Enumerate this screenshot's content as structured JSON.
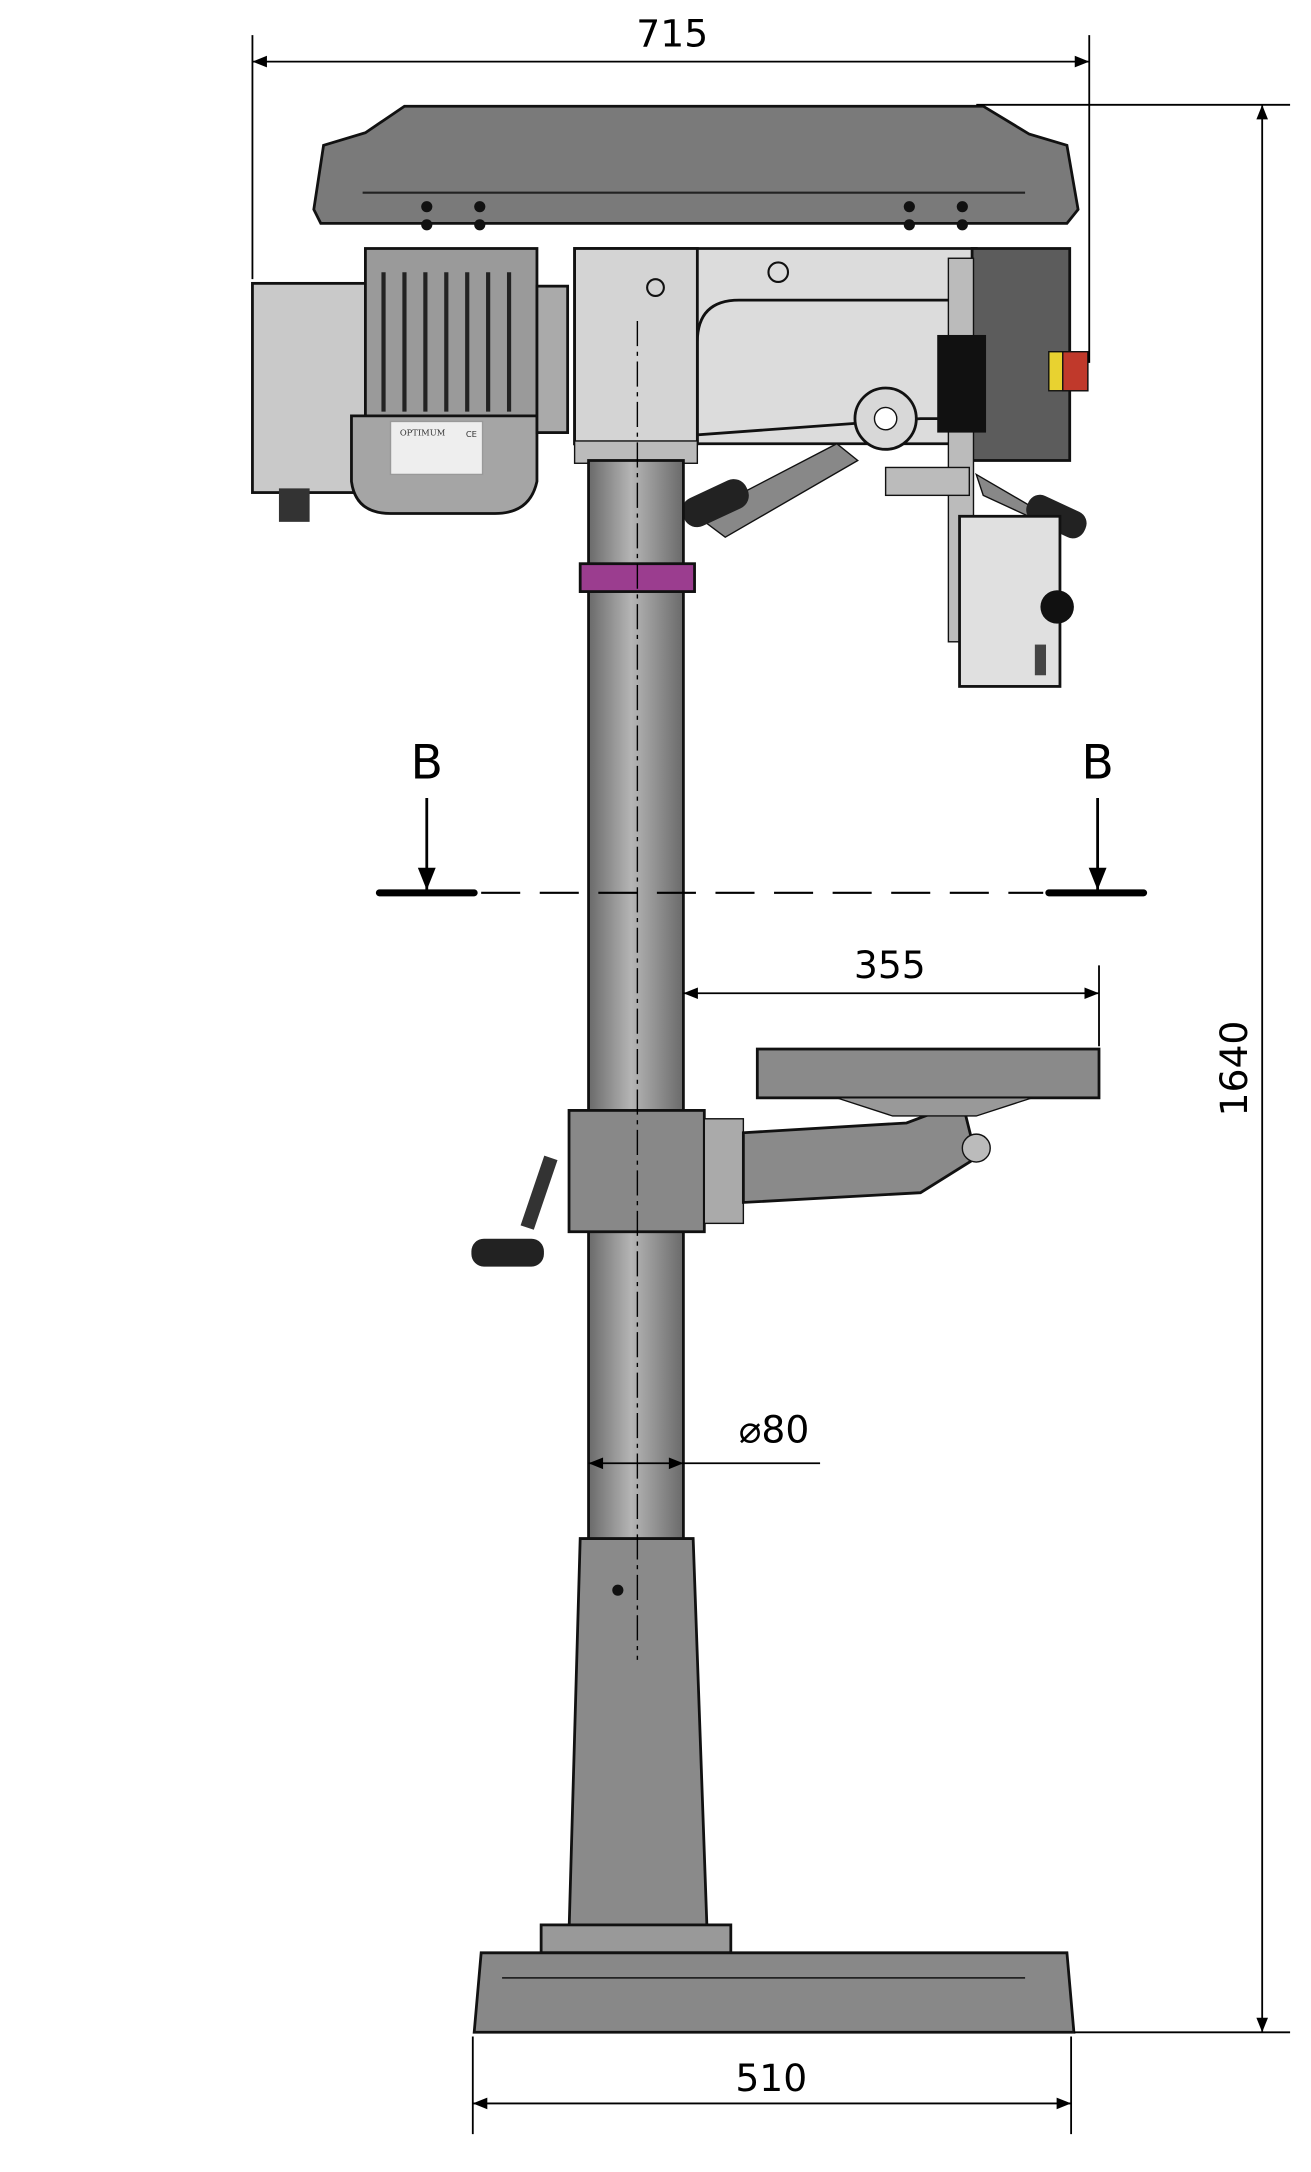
{
  "dimensions": {
    "overall_width": "715",
    "overall_height": "1640",
    "base_width": "510",
    "throat_depth": "355",
    "column_diameter": "⌀80"
  },
  "section": {
    "left_label": "B",
    "right_label": "B"
  },
  "motor_plate": {
    "brand": "OPTIMUM",
    "mark": "CE"
  },
  "colors": {
    "body": "#8a8a8a",
    "light": "#d8d8d8",
    "dark": "#5c5c5c",
    "ring": "#9b3d8f",
    "switch_red": "#c0392b",
    "switch_yellow": "#e8d230"
  }
}
